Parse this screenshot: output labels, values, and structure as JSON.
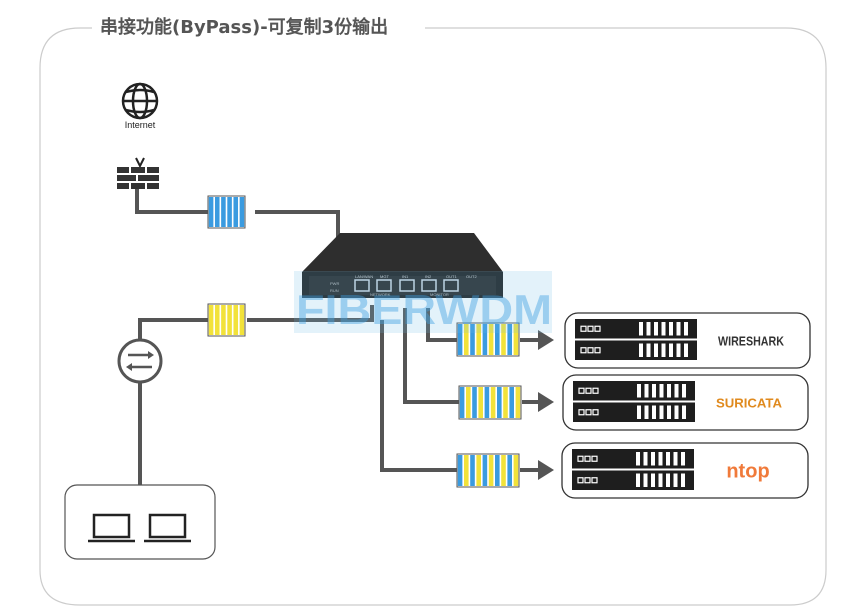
{
  "title": "串接功能(ByPass)-可复制3份输出",
  "internet_label": "Internet",
  "watermark": "FIBERWDM",
  "device_panel": {
    "labels": [
      "LAN/WAN",
      "MGT",
      "IN1",
      "IN2",
      "OUT1",
      "OUT2"
    ],
    "sublabels": [
      "PWR",
      "RUN",
      "NETWORK",
      "MONITOR"
    ]
  },
  "tools": [
    {
      "name": "WIRESHARK",
      "color": "#333333"
    },
    {
      "name": "SURICATA",
      "color": "#e08a1e"
    },
    {
      "name": "ntop",
      "color": "#f07a3a"
    }
  ],
  "colors": {
    "blue": "#3a9be0",
    "yellow": "#f2e23a",
    "line": "#555555",
    "server": "#1e1e1e",
    "border": "#cccccc"
  },
  "icons": [
    "globe-icon",
    "firewall-icon",
    "switch-icon",
    "laptop-icon",
    "server-icon",
    "arrow-right-icon",
    "packet-queue-icon"
  ]
}
